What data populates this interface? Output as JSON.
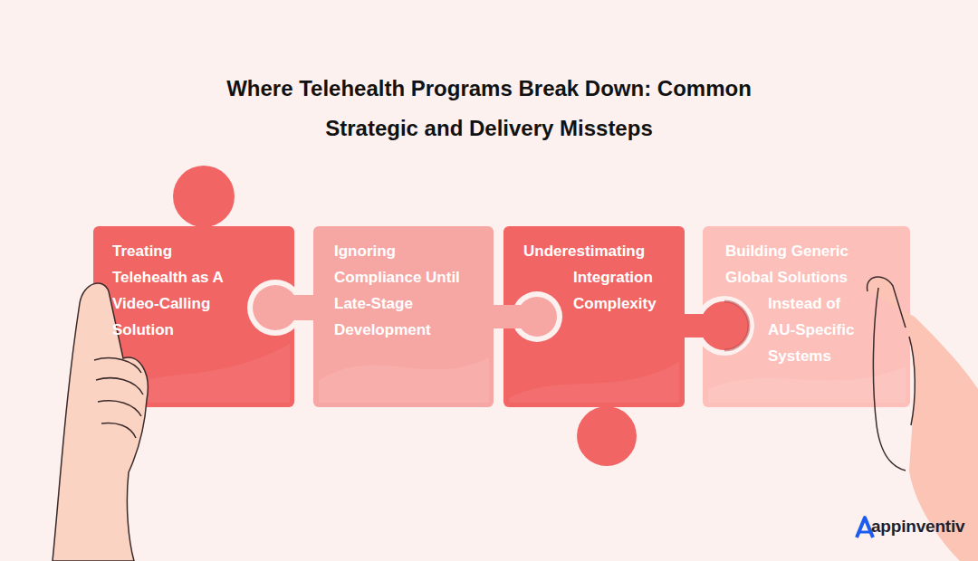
{
  "diagram": {
    "title": "Where Telehealth Programs Break Down: Common Strategic and Delivery Missteps",
    "nodes": [
      {
        "text": [
          "Treating Telehealth as A Video-Calling Solution"
        ]
      },
      {
        "text": [
          "Ignoring Compliance Until Late-Stage Development"
        ]
      },
      {
        "text": [
          "Underestimating Integration Complexity"
        ]
      },
      {
        "text": [
          "Building Generic Global Solutions Instead of AU-Specific Systems"
        ]
      }
    ],
    "labels": [
      "appinventiv"
    ]
  }
}
